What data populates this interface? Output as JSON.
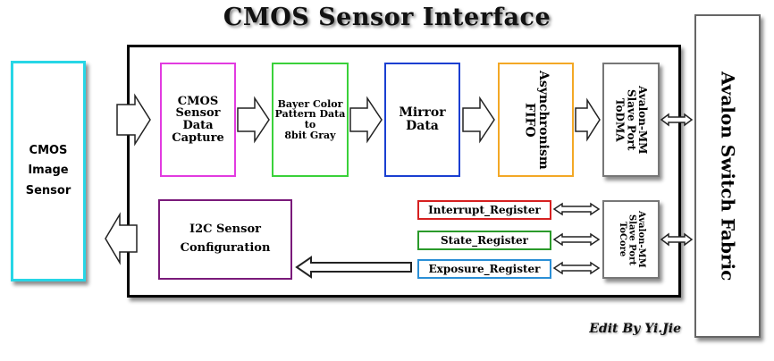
{
  "title": "CMOS Sensor Interface",
  "cmos_image_sensor": "CMOS\nImage\nSensor",
  "avalon_switch_fabric": "Avalon Switch Fabric",
  "blocks": {
    "data_capture": "CMOS\nSensor\nData\nCapture",
    "bayer": "Bayer Color\nPattern Data\nto\n8bit Gray",
    "mirror": "Mirror\nData",
    "fifo": "Asynchronism\nFIFO",
    "slave_dma": "Avalon-MM\nSlave Port\nToDMA",
    "i2c": "I2C Sensor\nConfiguration",
    "slave_core": "Avalon-MM\nSlave Port\nToCore"
  },
  "registers": {
    "interrupt": "Interrupt_Register",
    "state": "State_Register",
    "exposure": "Exposure_Register"
  },
  "credit": "Edit By Yi.Jie",
  "colors": {
    "cyan": "#27d6e6",
    "magenta": "#e23be0",
    "green": "#3ad13a",
    "blue": "#1a3fd1",
    "orange": "#f3a826",
    "gray": "#777777",
    "red": "#d62020",
    "dark_green": "#2a9a2a",
    "light_blue": "#2a8fd6"
  }
}
